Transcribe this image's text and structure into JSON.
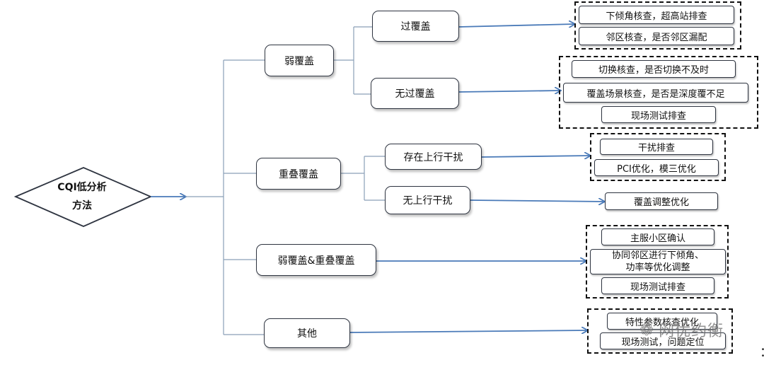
{
  "root": {
    "line1": "CQI低分析",
    "line2": "方法"
  },
  "branches": [
    {
      "label": "弱覆盖"
    },
    {
      "label": "重叠覆盖"
    },
    {
      "label": "弱覆盖&重叠覆盖"
    },
    {
      "label": "其他"
    }
  ],
  "sub_branches": [
    {
      "label": "过覆盖"
    },
    {
      "label": "无过覆盖"
    },
    {
      "label": "存在上行干扰"
    },
    {
      "label": "无上行干扰"
    }
  ],
  "leaves": {
    "over_coverage": [
      "下倾角核查，超高站排查",
      "邻区核查，是否邻区漏配"
    ],
    "no_over_coverage": [
      "切换核查，是否切换不及时",
      "覆盖场景核查，是否是深度覆不足",
      "现场测试排查"
    ],
    "uplink_interference": [
      "干扰排查",
      "PCI优化，模三优化"
    ],
    "no_uplink_interference": [
      "覆盖调整优化"
    ],
    "weak_overlap": [
      "主服小区确认",
      "协同邻区进行下倾角、",
      "功率等优化调整",
      "现场测试排查"
    ],
    "other": [
      "特性参数核查优化",
      "现场测试，问题定位"
    ]
  },
  "watermark": {
    "icon": "wechat-icon",
    "text": "网优约衡"
  },
  "corner_mark": "：",
  "colors": {
    "connector": "#4a7ab8",
    "border": "#2e3440",
    "dash": "#111111"
  }
}
